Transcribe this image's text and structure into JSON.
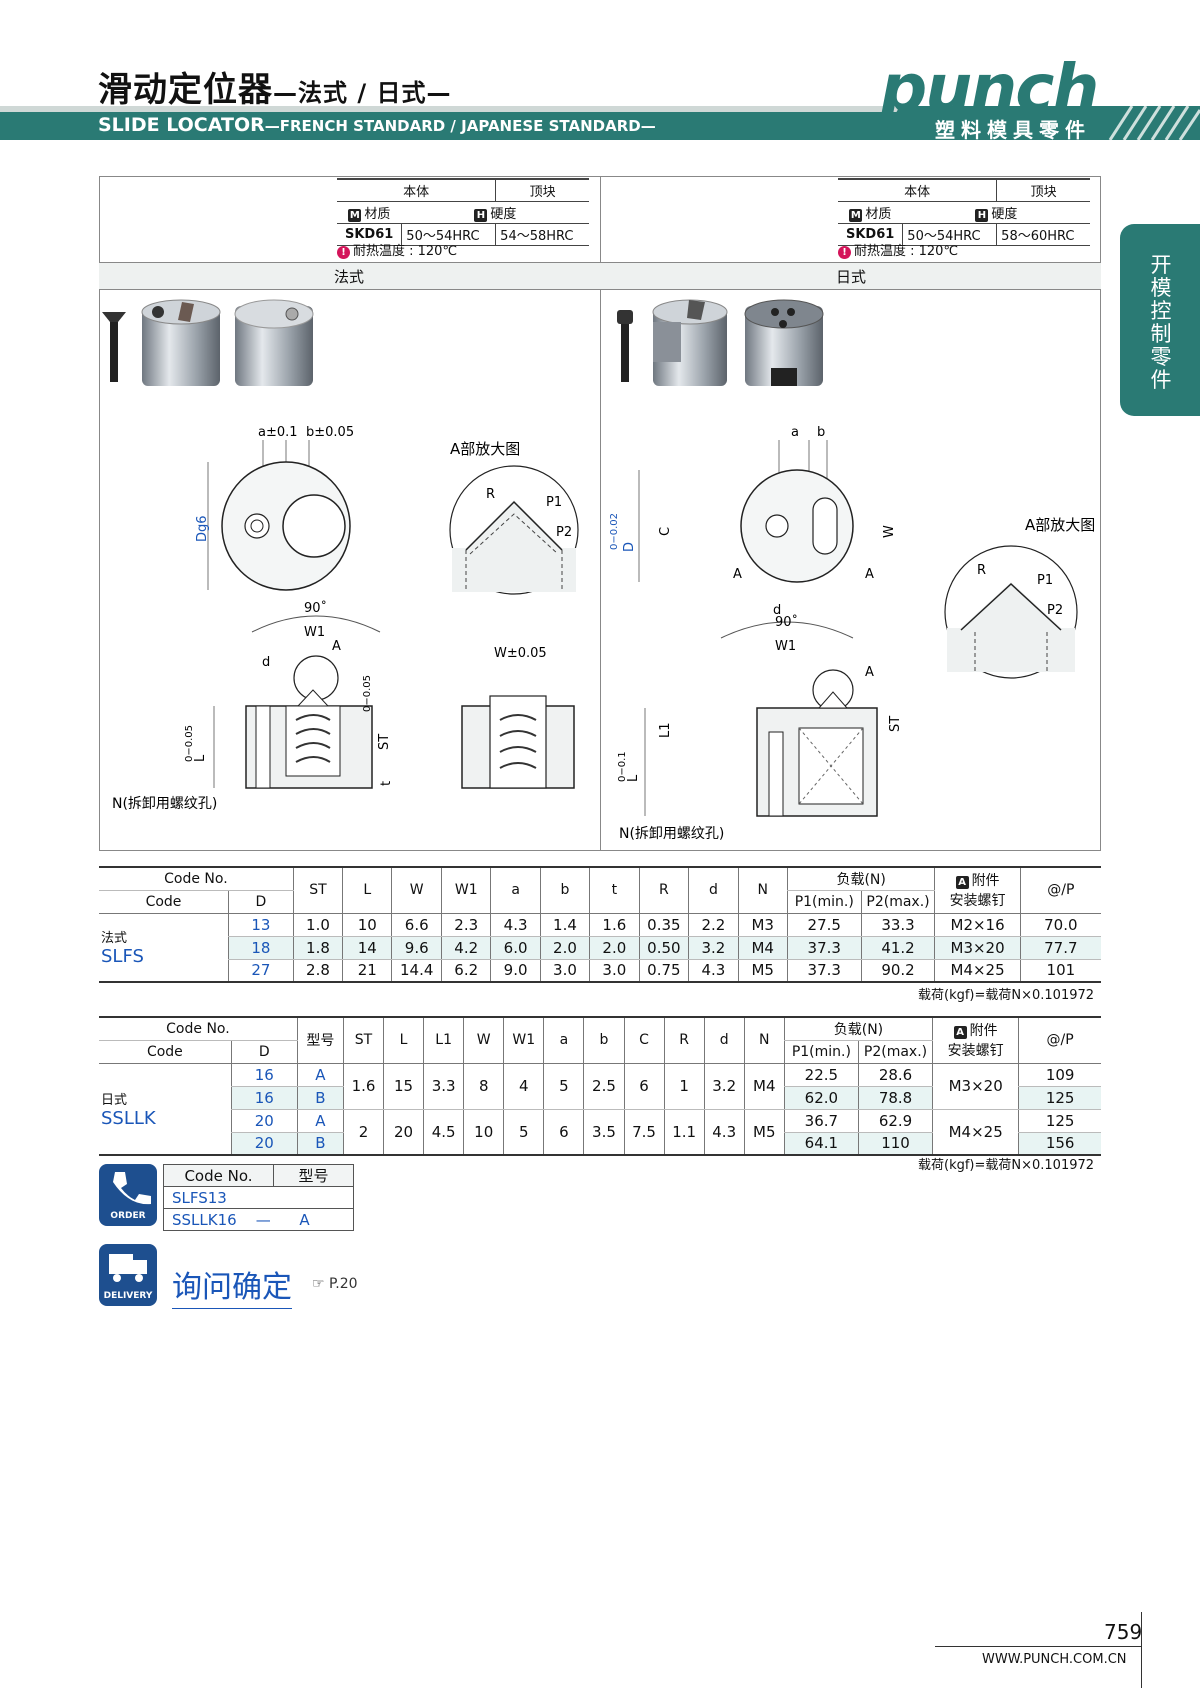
{
  "header": {
    "title_cn": "滑动定位器",
    "title_cn_sub": "—法式 / 日式—",
    "title_en": "SLIDE LOCATOR",
    "title_en_sub": "—FRENCH STANDARD / JAPANESE STANDARD—",
    "logo": "punch",
    "logo_sub": "塑料模具零件",
    "side_tab": "开模控制零件"
  },
  "spec_left": {
    "h_body": "本体",
    "h_top": "顶块",
    "material_label": "材质",
    "hardness_label": "硬度",
    "material": "SKD61",
    "hardness_body": "50～54HRC",
    "hardness_top": "54～58HRC",
    "heat": "耐热温度 : 120℃"
  },
  "spec_right": {
    "h_body": "本体",
    "h_top": "顶块",
    "material_label": "材质",
    "hardness_label": "硬度",
    "material": "SKD61",
    "hardness_body": "50～54HRC",
    "hardness_top": "58～60HRC",
    "heat": "耐热温度 : 120℃"
  },
  "badges": {
    "m": "M",
    "h": "H",
    "a": "A"
  },
  "figure": {
    "left_label": "法式",
    "right_label": "日式",
    "zoom_label": "A部放大图",
    "n_label": "N(拆卸用螺纹孔)",
    "dims": {
      "a": "a±0.1",
      "b": "b±0.05",
      "a2": "a",
      "b2": "b",
      "D": "Dg6",
      "D2": "D",
      "D2tol": "0−0.02",
      "R": "R",
      "P1": "P1",
      "P2": "P2",
      "angle": "90˚",
      "W1": "W1",
      "A": "A",
      "d": "d",
      "W": "W±0.05",
      "W2": "W",
      "C": "C",
      "ST": "ST",
      "STtol": "0−0.05",
      "L": "L",
      "Ltol": "0−0.05",
      "L2tol": "0−0.1",
      "L1": "L1",
      "t": "t"
    }
  },
  "table1": {
    "h_codeno": "Code No.",
    "h_code": "Code",
    "h_D": "D",
    "cols": [
      "ST",
      "L",
      "W",
      "W1",
      "a",
      "b",
      "t",
      "R",
      "d",
      "N"
    ],
    "h_load": "负载(N)",
    "h_p1": "P1(min.)",
    "h_p2": "P2(max.)",
    "h_acc": "附件",
    "h_acc2": "安装螺钉",
    "h_price": "@/P",
    "series_cn": "法式",
    "series": "SLFS",
    "rows": [
      {
        "D": "13",
        "v": [
          "1.0",
          "10",
          "6.6",
          "2.3",
          "4.3",
          "1.4",
          "1.6",
          "0.35",
          "2.2",
          "M3"
        ],
        "p1": "27.5",
        "p2": "33.3",
        "screw": "M2×16",
        "price": "70.0"
      },
      {
        "D": "18",
        "v": [
          "1.8",
          "14",
          "9.6",
          "4.2",
          "6.0",
          "2.0",
          "2.0",
          "0.50",
          "3.2",
          "M4"
        ],
        "p1": "37.3",
        "p2": "41.2",
        "screw": "M3×20",
        "price": "77.7"
      },
      {
        "D": "27",
        "v": [
          "2.8",
          "21",
          "14.4",
          "6.2",
          "9.0",
          "3.0",
          "3.0",
          "0.75",
          "4.3",
          "M5"
        ],
        "p1": "37.3",
        "p2": "90.2",
        "screw": "M4×25",
        "price": "101"
      }
    ],
    "footnote": "载荷(kgf)=载荷N×0.101972"
  },
  "table2": {
    "h_codeno": "Code No.",
    "h_code": "Code",
    "h_D": "D",
    "h_type": "型号",
    "cols": [
      "ST",
      "L",
      "L1",
      "W",
      "W1",
      "a",
      "b",
      "C",
      "R",
      "d",
      "N"
    ],
    "h_load": "负载(N)",
    "h_p1": "P1(min.)",
    "h_p2": "P2(max.)",
    "h_acc": "附件",
    "h_acc2": "安装螺钉",
    "h_price": "@/P",
    "series_cn": "日式",
    "series": "SSLLK",
    "g1": [
      "1.6",
      "15",
      "3.3",
      "8",
      "4",
      "5",
      "2.5",
      "6",
      "1",
      "3.2",
      "M4"
    ],
    "g2": [
      "2",
      "20",
      "4.5",
      "10",
      "5",
      "6",
      "3.5",
      "7.5",
      "1.1",
      "4.3",
      "M5"
    ],
    "screw1": "M3×20",
    "screw2": "M4×25",
    "rows": [
      {
        "D": "16",
        "type": "A",
        "p1": "22.5",
        "p2": "28.6",
        "price": "109"
      },
      {
        "D": "16",
        "type": "B",
        "p1": "62.0",
        "p2": "78.8",
        "price": "125"
      },
      {
        "D": "20",
        "type": "A",
        "p1": "36.7",
        "p2": "62.9",
        "price": "125"
      },
      {
        "D": "20",
        "type": "B",
        "p1": "64.1",
        "p2": "110",
        "price": "156"
      }
    ],
    "footnote": "载荷(kgf)=载荷N×0.101972"
  },
  "order": {
    "icon_label": "ORDER",
    "h_codeno": "Code No.",
    "h_type": "型号",
    "ex1": "SLFS13",
    "ex2": "SSLLK16",
    "ex2_dash": "—",
    "ex2_type": "A"
  },
  "delivery": {
    "icon_label": "DELIVERY",
    "text": "询问确定",
    "ref": "☞ P.20"
  },
  "footer": {
    "page": "759",
    "url": "WWW.PUNCH.COM.CN"
  }
}
